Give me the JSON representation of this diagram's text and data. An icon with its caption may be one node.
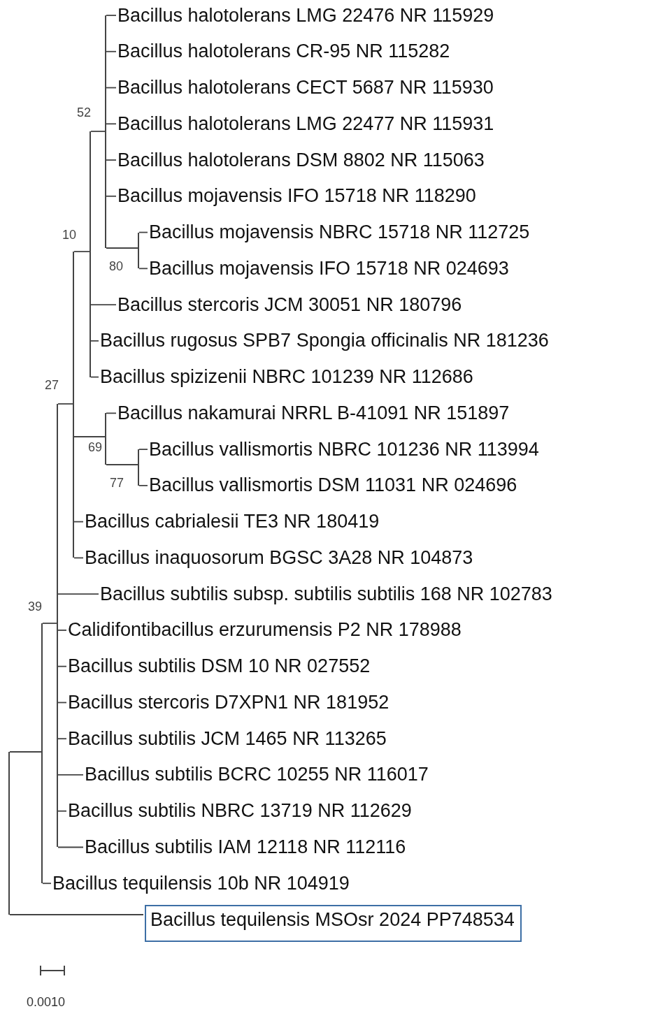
{
  "diagram": {
    "nodes": [
      {
        "text": [
          "Bacillus halotolerans LMG 22476 NR 115929"
        ]
      },
      {
        "text": [
          "Bacillus halotolerans CR-95 NR 115282"
        ]
      },
      {
        "text": [
          "Bacillus halotolerans CECT 5687 NR 115930"
        ]
      },
      {
        "text": [
          "Bacillus halotolerans LMG 22477 NR 115931"
        ]
      },
      {
        "text": [
          "Bacillus halotolerans DSM 8802 NR 115063"
        ]
      },
      {
        "text": [
          "Bacillus mojavensis IFO 15718 NR 118290"
        ]
      },
      {
        "text": [
          "Bacillus mojavensis NBRC 15718 NR 112725"
        ]
      },
      {
        "text": [
          "Bacillus mojavensis IFO 15718 NR 024693"
        ]
      },
      {
        "text": [
          "Bacillus stercoris JCM 30051 NR 180796"
        ]
      },
      {
        "text": [
          "Bacillus rugosus SPB7 Spongia officinalis NR 181236"
        ]
      },
      {
        "text": [
          "Bacillus spizizenii NBRC 101239 NR 112686"
        ]
      },
      {
        "text": [
          "Bacillus nakamurai NRRL B-41091 NR 151897"
        ]
      },
      {
        "text": [
          "Bacillus vallismortis NBRC 101236 NR 113994"
        ]
      },
      {
        "text": [
          "Bacillus vallismortis DSM 11031 NR 024696"
        ]
      },
      {
        "text": [
          "Bacillus cabrialesii TE3 NR 180419"
        ]
      },
      {
        "text": [
          "Bacillus inaquosorum BGSC 3A28 NR 104873"
        ]
      },
      {
        "text": [
          "Bacillus subtilis subsp. subtilis subtilis 168 NR 102783"
        ]
      },
      {
        "text": [
          "Calidifontibacillus erzurumensis P2 NR 178988"
        ]
      },
      {
        "text": [
          "Bacillus subtilis DSM 10 NR 027552"
        ]
      },
      {
        "text": [
          "Bacillus stercoris D7XPN1 NR 181952"
        ]
      },
      {
        "text": [
          "Bacillus subtilis JCM 1465 NR 113265"
        ]
      },
      {
        "text": [
          "Bacillus subtilis BCRC 10255 NR 116017"
        ]
      },
      {
        "text": [
          "Bacillus subtilis NBRC 13719 NR 112629"
        ]
      },
      {
        "text": [
          "Bacillus subtilis IAM 12118 NR 112116"
        ]
      },
      {
        "text": [
          "Bacillus tequilensis 10b NR 104919"
        ]
      },
      {
        "text": [
          "Bacillus tequilensis MSOsr 2024 PP748534"
        ]
      },
      {
        "text": [],
        "shape": "bar"
      },
      {
        "text": [],
        "shape": "bar"
      },
      {
        "text": [],
        "shape": "bar",
        "beside": [
          "39"
        ]
      },
      {
        "text": [],
        "shape": "bar",
        "beside": [
          "27"
        ]
      },
      {
        "text": [],
        "shape": "bar",
        "beside": [
          "10"
        ]
      },
      {
        "text": [],
        "shape": "bar",
        "beside": [
          "52"
        ]
      },
      {
        "text": [],
        "shape": "bar",
        "beside": [
          "80"
        ]
      },
      {
        "text": [],
        "shape": "bar",
        "beside": [
          "69"
        ]
      },
      {
        "text": [],
        "shape": "bar",
        "beside": [
          "77"
        ]
      }
    ],
    "edges": [
      {
        "from": 26,
        "to": 27,
        "arrow": "none"
      },
      {
        "from": 26,
        "to": 25,
        "arrow": "none"
      },
      {
        "from": 27,
        "to": 28,
        "arrow": "none"
      },
      {
        "from": 27,
        "to": 24,
        "arrow": "none"
      },
      {
        "from": 28,
        "to": 29,
        "arrow": "none"
      },
      {
        "from": 28,
        "to": 16,
        "arrow": "none"
      },
      {
        "from": 28,
        "to": 17,
        "arrow": "none"
      },
      {
        "from": 28,
        "to": 18,
        "arrow": "none"
      },
      {
        "from": 28,
        "to": 19,
        "arrow": "none"
      },
      {
        "from": 28,
        "to": 20,
        "arrow": "none"
      },
      {
        "from": 28,
        "to": 21,
        "arrow": "none"
      },
      {
        "from": 28,
        "to": 22,
        "arrow": "none"
      },
      {
        "from": 28,
        "to": 23,
        "arrow": "none"
      },
      {
        "from": 29,
        "to": 30,
        "arrow": "none"
      },
      {
        "from": 29,
        "to": 33,
        "arrow": "none"
      },
      {
        "from": 29,
        "to": 14,
        "arrow": "none"
      },
      {
        "from": 29,
        "to": 15,
        "arrow": "none"
      },
      {
        "from": 30,
        "to": 31,
        "arrow": "none"
      },
      {
        "from": 30,
        "to": 8,
        "arrow": "none"
      },
      {
        "from": 30,
        "to": 9,
        "arrow": "none"
      },
      {
        "from": 30,
        "to": 10,
        "arrow": "none"
      },
      {
        "from": 31,
        "to": 0,
        "arrow": "none"
      },
      {
        "from": 31,
        "to": 1,
        "arrow": "none"
      },
      {
        "from": 31,
        "to": 2,
        "arrow": "none"
      },
      {
        "from": 31,
        "to": 3,
        "arrow": "none"
      },
      {
        "from": 31,
        "to": 4,
        "arrow": "none"
      },
      {
        "from": 31,
        "to": 5,
        "arrow": "none"
      },
      {
        "from": 31,
        "to": 32,
        "arrow": "none"
      },
      {
        "from": 32,
        "to": 6,
        "arrow": "none"
      },
      {
        "from": 32,
        "to": 7,
        "arrow": "none"
      },
      {
        "from": 33,
        "to": 11,
        "arrow": "none"
      },
      {
        "from": 33,
        "to": 34,
        "arrow": "none"
      },
      {
        "from": 34,
        "to": 12,
        "arrow": "none"
      },
      {
        "from": 34,
        "to": 13,
        "arrow": "none"
      }
    ],
    "labels": [
      "0.0010"
    ]
  }
}
